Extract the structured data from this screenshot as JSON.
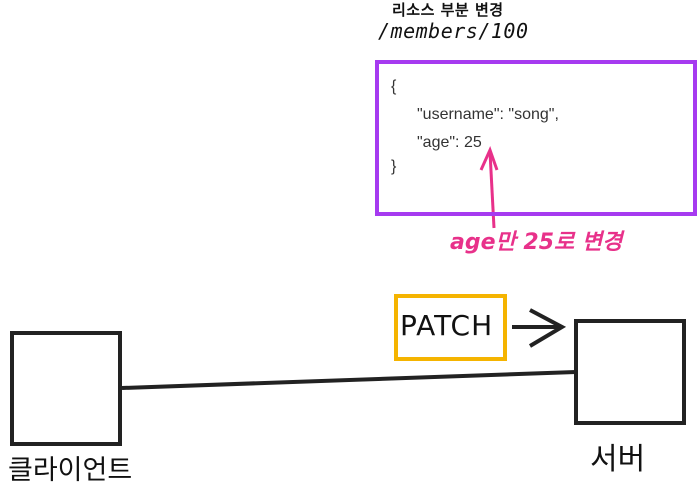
{
  "caption": {
    "title": "리소스 부분 변경",
    "path": "/members/100"
  },
  "json_body": {
    "open": "{",
    "line1": "\"username\": \"song\",",
    "line2": "\"age\": 25",
    "close": "}"
  },
  "annotation": "age만 25로 변경",
  "method": "PATCH",
  "nodes": {
    "client": "클라이언트",
    "server": "서버"
  },
  "colors": {
    "json_border": "#a63af0",
    "patch_border": "#f5b400",
    "annotation": "#e8318a"
  }
}
